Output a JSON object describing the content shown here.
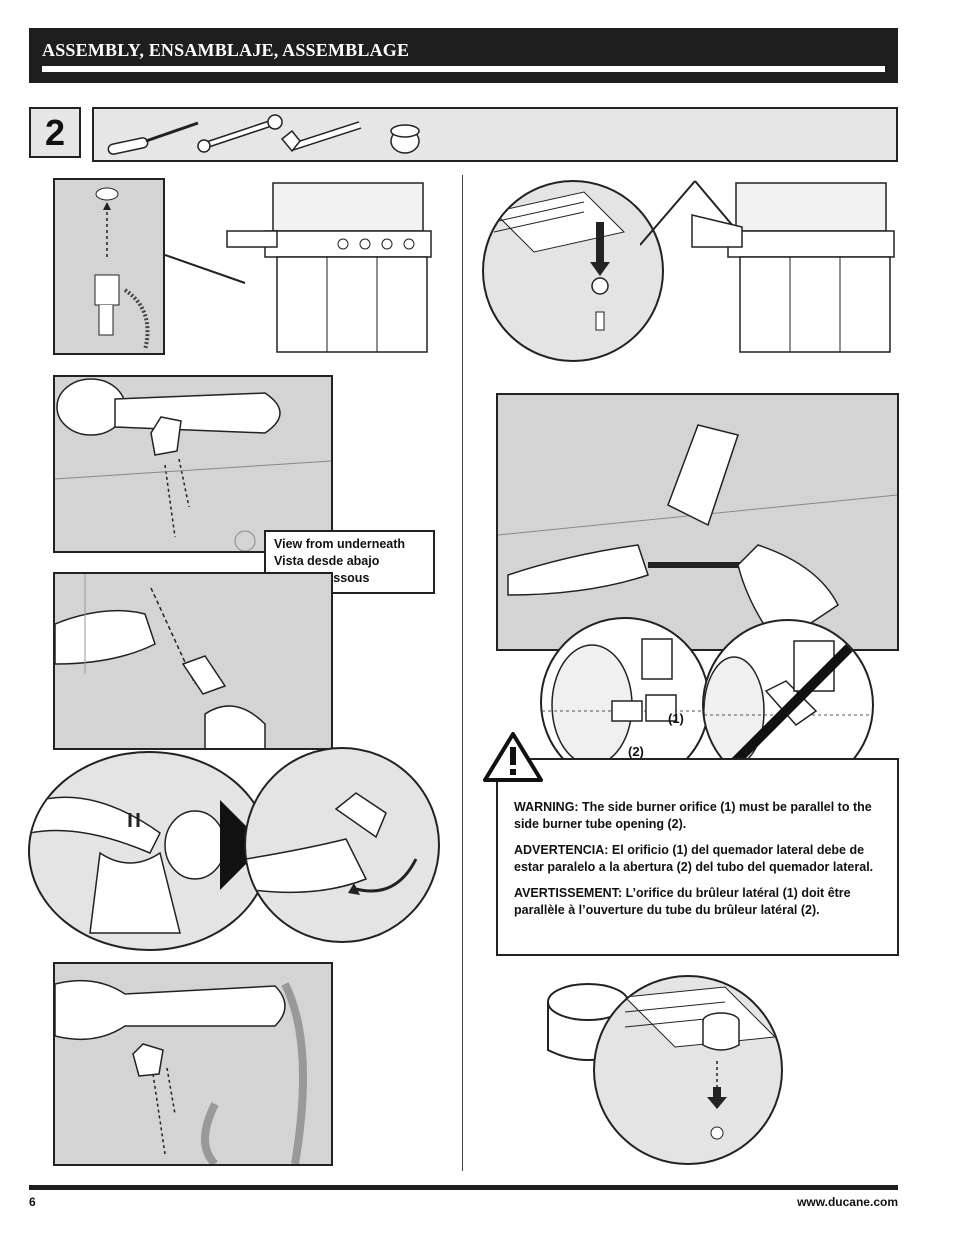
{
  "header": {
    "title": "ASSEMBLY, ENSAMBLAJE, ASSEMBLAGE"
  },
  "step": {
    "number": "2"
  },
  "tools": [
    {
      "icon": "screwdriver-icon"
    },
    {
      "icon": "combination-wrench-icon"
    },
    {
      "icon": "adjustable-wrench-icon"
    },
    {
      "icon": "knob-cap-icon"
    }
  ],
  "caption": {
    "en": "View from underneath",
    "es": "Vista desde abajo",
    "fr": "Vue du dessous"
  },
  "callouts": {
    "orifice": "(1)",
    "tube_opening": "(2)"
  },
  "warning": {
    "en": "WARNING: The side burner orifice (1) must be parallel to the side burner tube opening (2).",
    "es": "ADVERTENCIA: El orificio (1) del quemador lateral debe de estar paralelo a la abertura (2) del tubo del quemador lateral.",
    "fr": "AVERTISSEMENT: L’orifice du brûleur latéral (1) doit être parallèle à l’ouverture du tube du brûleur latéral (2)."
  },
  "footer": {
    "page": "6",
    "url": "www.ducane.com"
  }
}
